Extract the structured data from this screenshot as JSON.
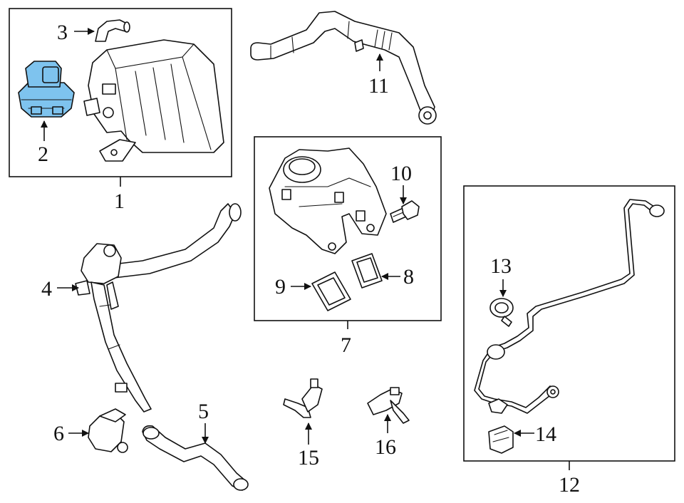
{
  "diagram": {
    "highlight_color": "#7ec3ee",
    "callouts": {
      "c1": "1",
      "c2": "2",
      "c3": "3",
      "c4": "4",
      "c5": "5",
      "c6": "6",
      "c7": "7",
      "c8": "8",
      "c9": "9",
      "c10": "10",
      "c11": "11",
      "c12": "12",
      "c13": "13",
      "c14": "14",
      "c15": "15",
      "c16": "16"
    }
  }
}
